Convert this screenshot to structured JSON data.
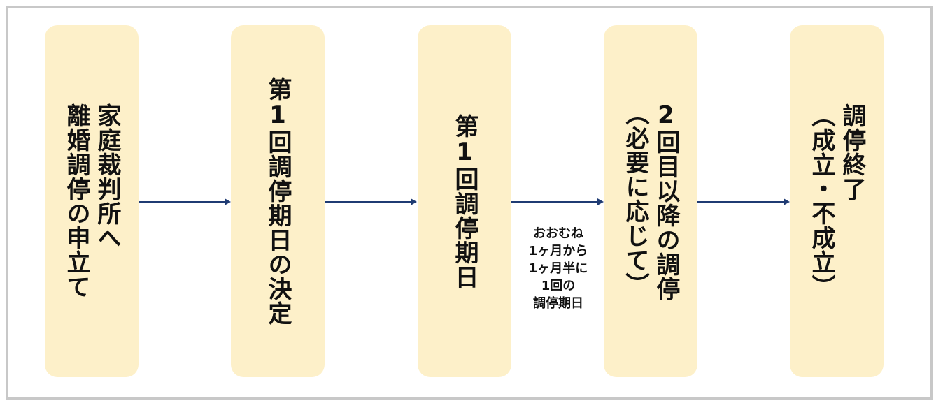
{
  "steps": [
    {
      "label": "家庭裁判所へ\n離婚調停の申立て"
    },
    {
      "label": "第1回調停期日の決定"
    },
    {
      "label": "第1回調停期日"
    },
    {
      "label": "2回目以降の調停\n（必要に応じて）"
    },
    {
      "label": "調停終了\n（成立・不成立）"
    }
  ],
  "note": "おおむね\n1ヶ月から\n1ヶ月半に\n1回の\n調停期日",
  "colors": {
    "box_fill": "#fdf0c9",
    "arrow": "#1f3b73",
    "frame_border": "#c8c8c8"
  }
}
